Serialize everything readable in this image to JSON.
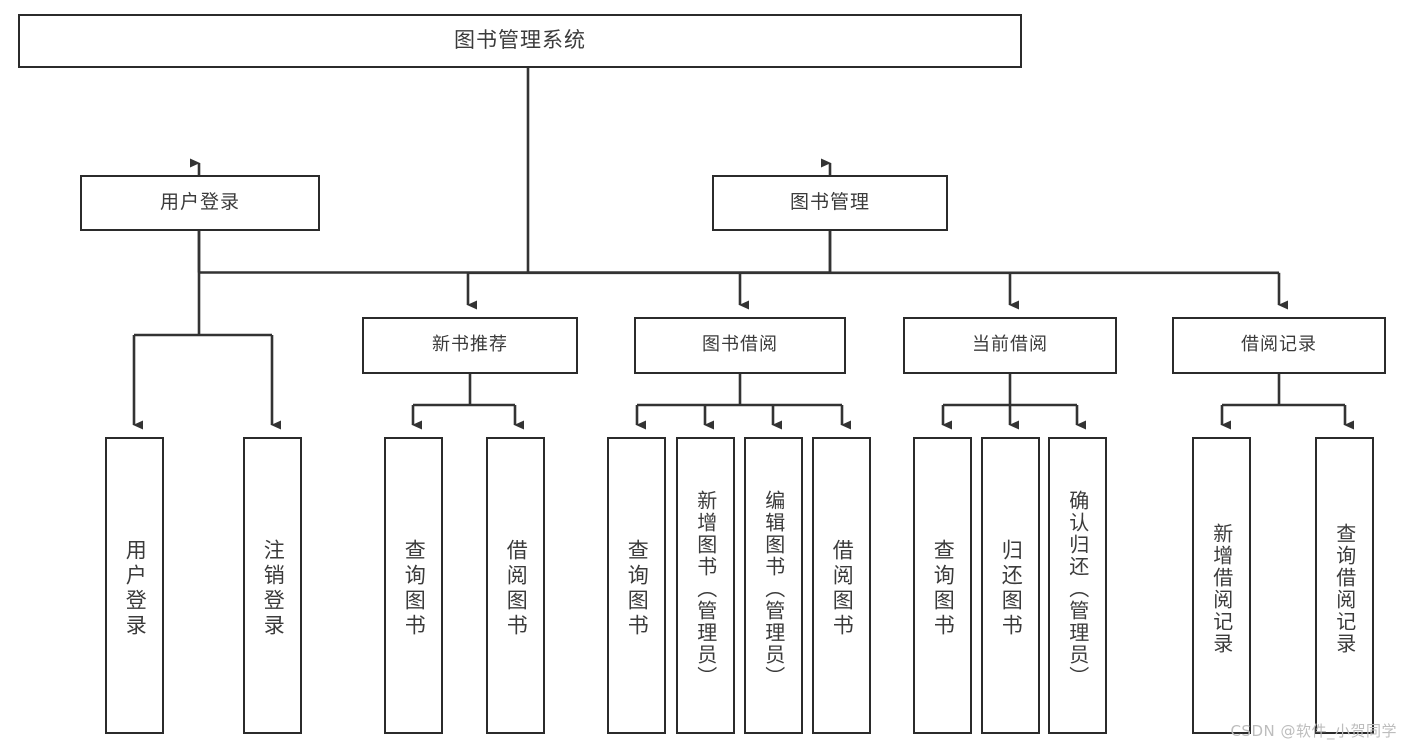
{
  "diagram": {
    "title": "图书管理系统",
    "type": "tree-hierarchy",
    "root": {
      "label": "图书管理系统"
    },
    "level2": [
      {
        "id": "user-login",
        "label": "用户登录"
      },
      {
        "id": "book-management",
        "label": "图书管理"
      }
    ],
    "level3": [
      {
        "id": "new-book-recommend",
        "label": "新书推荐"
      },
      {
        "id": "book-borrow",
        "label": "图书借阅"
      },
      {
        "id": "current-borrow",
        "label": "当前借阅"
      },
      {
        "id": "borrow-record",
        "label": "借阅记录"
      }
    ],
    "leaves": {
      "user_login": [
        {
          "id": "leaf-user-login",
          "label": "用户登录"
        },
        {
          "id": "leaf-logout-login",
          "label": "注销登录"
        }
      ],
      "new_book_recommend": [
        {
          "id": "leaf-query-book-1",
          "label": "查询图书"
        },
        {
          "id": "leaf-borrow-book-1",
          "label": "借阅图书"
        }
      ],
      "book_borrow": [
        {
          "id": "leaf-query-book-2",
          "label": "查询图书"
        },
        {
          "id": "leaf-add-book-admin",
          "label": "新增图书（管理员）"
        },
        {
          "id": "leaf-edit-book-admin",
          "label": "编辑图书（管理员）"
        },
        {
          "id": "leaf-borrow-book-2",
          "label": "借阅图书"
        }
      ],
      "current_borrow": [
        {
          "id": "leaf-query-book-3",
          "label": "查询图书"
        },
        {
          "id": "leaf-return-book",
          "label": "归还图书"
        },
        {
          "id": "leaf-confirm-return-admin",
          "label": "确认归还（管理员）"
        }
      ],
      "borrow_record": [
        {
          "id": "leaf-add-borrow-record",
          "label": "新增借阅记录"
        },
        {
          "id": "leaf-query-borrow-record",
          "label": "查询借阅记录"
        }
      ]
    },
    "colors": {
      "box_stroke": "#2b2b2b",
      "box_fill": "#ffffff",
      "text": "#3b3b3b",
      "connector": "#333333",
      "watermark": "#bdbdbd"
    }
  },
  "watermark": {
    "text": "CSDN @软件_小贺同学"
  }
}
